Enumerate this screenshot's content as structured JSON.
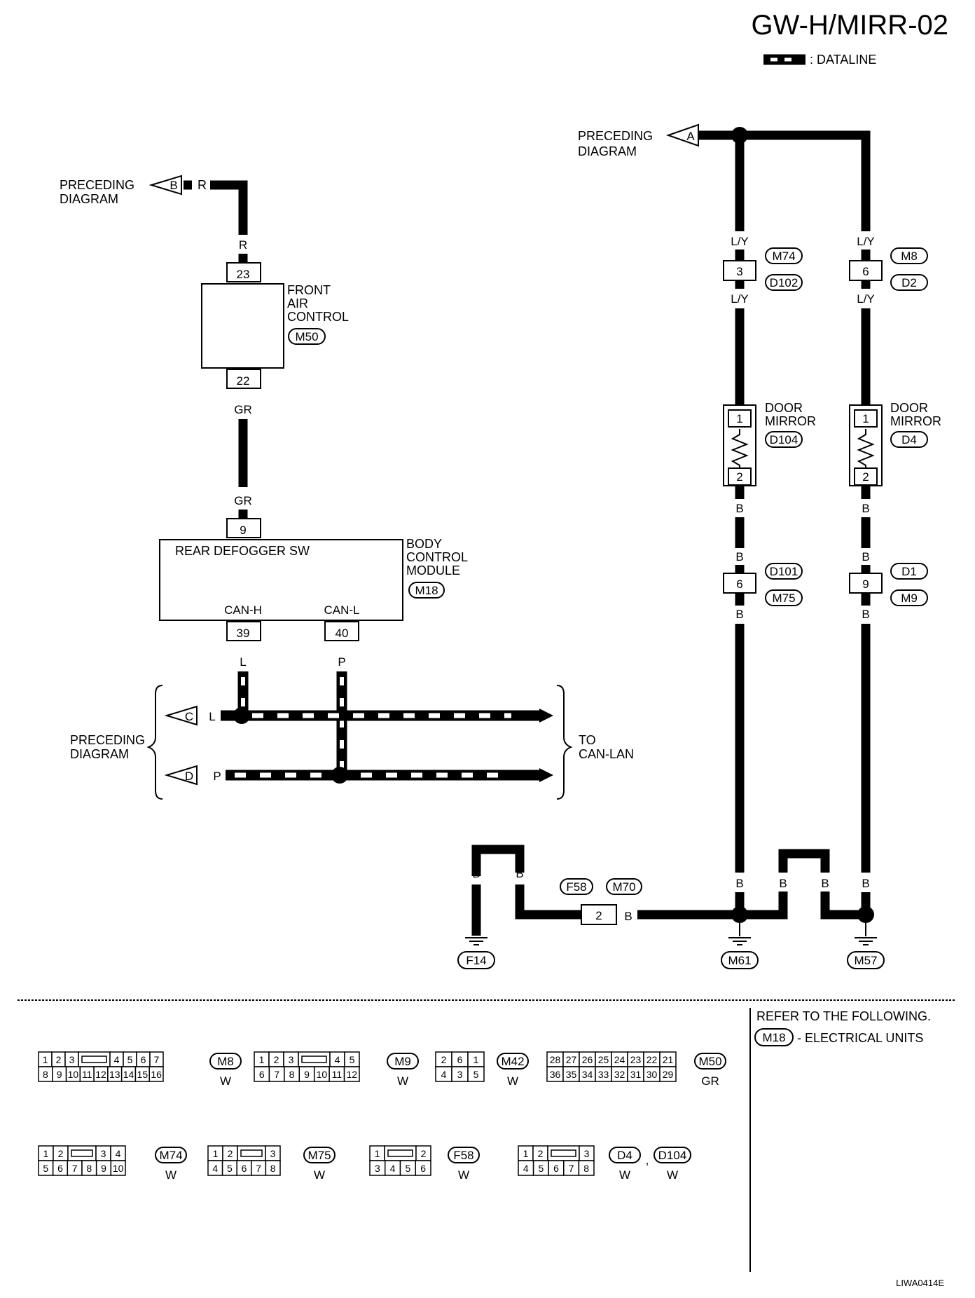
{
  "title": "GW-H/MIRR-02",
  "legend": {
    "dataline": ": DATALINE"
  },
  "left_circuit": {
    "preceding_b": {
      "label": "PRECEDING\nDIAGRAM",
      "ref": "B",
      "wire": "R"
    },
    "front_air": {
      "name": "FRONT\nAIR\nCONTROL",
      "connector": "M50",
      "pin_top": "23",
      "pin_bottom": "22",
      "wire_top": "R",
      "wire_bottom": "GR"
    },
    "bcm": {
      "name": "BODY\nCONTROL\nMODULE",
      "connector": "M18",
      "inner": "REAR DEFOGGER SW",
      "pin_top": "9",
      "wire_top": "GR",
      "can_h": "CAN-H",
      "can_l": "CAN-L",
      "pin_h": "39",
      "pin_l": "40",
      "wire_h": "L",
      "wire_l": "P"
    },
    "can": {
      "preceding": "PRECEDING\nDIAGRAM",
      "ref_c": "C",
      "ref_d": "D",
      "l": "L",
      "p": "P",
      "to": "TO\nCAN-LAN"
    }
  },
  "right_circuit": {
    "preceding_a": {
      "label": "PRECEDING\nDIAGRAM",
      "ref": "A"
    },
    "left_branch": {
      "wire": "L/Y",
      "conn_a": "M74",
      "conn_b": "D102",
      "pin": "3",
      "mirror_name": "DOOR\nMIRROR",
      "mirror_conn": "D104",
      "mirror_pin_top": "1",
      "mirror_pin_bottom": "2",
      "wire_b": "B",
      "joint_a": "D101",
      "joint_b": "M75",
      "joint_pin": "6",
      "ground": "M61"
    },
    "right_branch": {
      "wire": "L/Y",
      "conn_a": "M8",
      "conn_b": "D2",
      "pin": "6",
      "mirror_name": "DOOR\nMIRROR",
      "mirror_conn": "D4",
      "mirror_pin_top": "1",
      "mirror_pin_bottom": "2",
      "wire_b": "B",
      "joint_a": "D1",
      "joint_b": "M9",
      "joint_pin": "9",
      "ground": "M57"
    },
    "ground_bus": {
      "wire": "B",
      "f58": "F58",
      "m70": "M70",
      "pin": "2",
      "ground_f14": "F14"
    }
  },
  "refer": {
    "line1": "REFER TO THE FOLLOWING.",
    "conn": "M18",
    "line2": "- ELECTRICAL UNITS"
  },
  "connectors": {
    "m8": {
      "id": "M8",
      "color": "W",
      "top": [
        "1",
        "2",
        "3",
        "4",
        "5",
        "6",
        "7"
      ],
      "bottom": [
        "8",
        "9",
        "10",
        "11",
        "12",
        "13",
        "14",
        "15",
        "16"
      ]
    },
    "m9": {
      "id": "M9",
      "color": "W",
      "top": [
        "1",
        "2",
        "3",
        "4",
        "5"
      ],
      "bottom": [
        "6",
        "7",
        "8",
        "9",
        "10",
        "11",
        "12"
      ]
    },
    "m42": {
      "id": "M42",
      "color": "W",
      "top": [
        "2",
        "6",
        "1"
      ],
      "bottom": [
        "4",
        "3",
        "5"
      ]
    },
    "m50": {
      "id": "M50",
      "color": "GR",
      "top": [
        "28",
        "27",
        "26",
        "25",
        "24",
        "23",
        "22",
        "21"
      ],
      "bottom": [
        "36",
        "35",
        "34",
        "33",
        "32",
        "31",
        "30",
        "29"
      ]
    },
    "m74": {
      "id": "M74",
      "color": "W",
      "top": [
        "1",
        "2",
        "3",
        "4"
      ],
      "bottom": [
        "5",
        "6",
        "7",
        "8",
        "9",
        "10"
      ]
    },
    "m75": {
      "id": "M75",
      "color": "W",
      "top": [
        "1",
        "2",
        "3"
      ],
      "bottom": [
        "4",
        "5",
        "6",
        "7",
        "8"
      ]
    },
    "f58": {
      "id": "F58",
      "color": "W",
      "top": [
        "1",
        "2"
      ],
      "bottom": [
        "3",
        "4",
        "5",
        "6"
      ]
    },
    "d4": {
      "id": "D4",
      "id2": "D104",
      "color": "W",
      "color2": "W",
      "sep": ",",
      "top": [
        "1",
        "2",
        "3"
      ],
      "bottom": [
        "4",
        "5",
        "6",
        "7",
        "8"
      ]
    }
  },
  "footer_code": "LIWA0414E"
}
